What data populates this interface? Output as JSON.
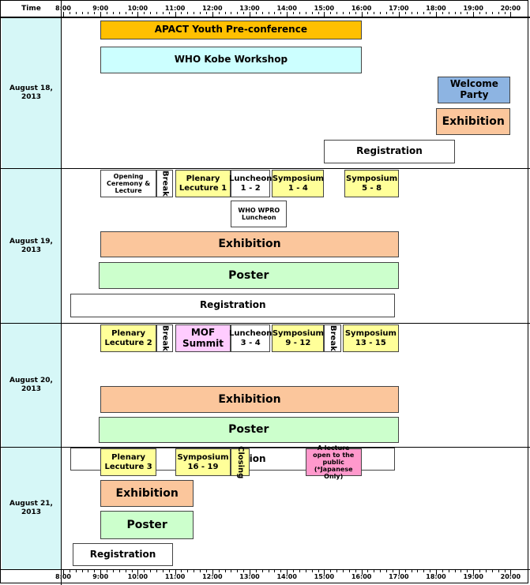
{
  "header": {
    "time_label": "Time",
    "hours": [
      "8:00",
      "9:00",
      "10:00",
      "11:00",
      "12:00",
      "13:00",
      "14:00",
      "15:00",
      "16:00",
      "17:00",
      "18:00",
      "19:00",
      "20:00"
    ]
  },
  "days": [
    {
      "date": "August 18,\n2013",
      "events": [
        {
          "label": "APACT Youth Pre-conference",
          "start": 9.0,
          "end": 16.0,
          "lane": 0,
          "color": "#ffc000"
        },
        {
          "label": "WHO Kobe Workshop",
          "start": 9.0,
          "end": 16.0,
          "lane": 1,
          "color": "#ccffff"
        },
        {
          "label": "Welcome Party",
          "start": 18.05,
          "end": 20.0,
          "lane": 2,
          "color": "#8db4e2"
        },
        {
          "label": "Exhibition",
          "start": 18.0,
          "end": 20.0,
          "lane": 3,
          "color": "#fbc69c"
        },
        {
          "label": "Registration",
          "start": 15.0,
          "end": 18.5,
          "lane": 4,
          "color": "#ffffff"
        }
      ]
    },
    {
      "date": "August 19,\n2013",
      "events": [
        {
          "label": "Opening\nCeremony &\nLecture",
          "start": 9.0,
          "end": 10.5,
          "lane": 0,
          "color": "#ffffff",
          "small": true
        },
        {
          "label": "Break",
          "start": 10.5,
          "end": 10.95,
          "lane": 0,
          "color": "#ffffff",
          "vertical": true
        },
        {
          "label": "Plenary\nLecuture 1",
          "start": 11.0,
          "end": 12.5,
          "lane": 0,
          "color": "#ffff99"
        },
        {
          "label": "Luncheon\n1 - 2",
          "start": 12.5,
          "end": 13.55,
          "lane": 0,
          "color": "#ffffff"
        },
        {
          "label": "Symposium\n1 - 4",
          "start": 13.6,
          "end": 15.0,
          "lane": 0,
          "color": "#ffff99"
        },
        {
          "label": "Symposium\n5 - 8",
          "start": 15.55,
          "end": 17.0,
          "lane": 0,
          "color": "#ffff99"
        },
        {
          "label": "WHO WPRO\nLuncheon",
          "start": 12.5,
          "end": 14.0,
          "lane": 1,
          "color": "#ffffff",
          "small": true
        },
        {
          "label": "Exhibition",
          "start": 9.0,
          "end": 17.0,
          "lane": 2,
          "color": "#fbc69c"
        },
        {
          "label": "Poster",
          "start": 8.95,
          "end": 17.0,
          "lane": 3,
          "color": "#ccffcc"
        },
        {
          "label": "Registration",
          "start": 8.2,
          "end": 16.9,
          "lane": 4,
          "color": "#ffffff"
        }
      ]
    },
    {
      "date": "August 20,\n2013",
      "events": [
        {
          "label": "Plenary\nLecuture 2",
          "start": 9.0,
          "end": 10.5,
          "lane": 0,
          "color": "#ffff99"
        },
        {
          "label": "Break",
          "start": 10.5,
          "end": 10.95,
          "lane": 0,
          "color": "#ffffff",
          "vertical": true
        },
        {
          "label": "MOF Summit",
          "start": 11.0,
          "end": 12.5,
          "lane": 0,
          "color": "#ffccff"
        },
        {
          "label": "Luncheon\n3 - 4",
          "start": 12.5,
          "end": 13.55,
          "lane": 0,
          "color": "#ffffff"
        },
        {
          "label": "Symposium\n9 - 12",
          "start": 13.6,
          "end": 15.0,
          "lane": 0,
          "color": "#ffff99"
        },
        {
          "label": "Break",
          "start": 15.0,
          "end": 15.45,
          "lane": 0,
          "color": "#ffffff",
          "vertical": true
        },
        {
          "label": "Symposium\n13 - 15",
          "start": 15.5,
          "end": 17.0,
          "lane": 0,
          "color": "#ffff99"
        },
        {
          "label": "Exhibition",
          "start": 9.0,
          "end": 17.0,
          "lane": 2,
          "color": "#fbc69c"
        },
        {
          "label": "Poster",
          "start": 8.95,
          "end": 17.0,
          "lane": 3,
          "color": "#ccffcc"
        },
        {
          "label": "Registration",
          "start": 8.2,
          "end": 16.9,
          "lane": 4,
          "color": "#ffffff"
        }
      ]
    },
    {
      "date": "August 21,\n2013",
      "events": [
        {
          "label": "Plenary\nLecuture 3",
          "start": 9.0,
          "end": 10.5,
          "lane": 0,
          "color": "#ffff99"
        },
        {
          "label": "Symposium\n16 - 19",
          "start": 11.0,
          "end": 12.5,
          "lane": 0,
          "color": "#ffff99"
        },
        {
          "label": "Closing",
          "start": 12.5,
          "end": 13.0,
          "lane": 0,
          "color": "#ffff99",
          "vertical": true
        },
        {
          "label": "A lecture\nopen to the public\n(*Japanese Only)",
          "start": 14.5,
          "end": 16.0,
          "lane": 0,
          "color": "#ff99cc",
          "small": true
        },
        {
          "label": "Exhibition",
          "start": 9.0,
          "end": 11.5,
          "lane": 1,
          "color": "#fbc69c"
        },
        {
          "label": "Poster",
          "start": 9.0,
          "end": 11.5,
          "lane": 2,
          "color": "#ccffcc"
        },
        {
          "label": "Registration",
          "start": 8.25,
          "end": 10.95,
          "lane": 3,
          "color": "#ffffff"
        }
      ]
    }
  ]
}
